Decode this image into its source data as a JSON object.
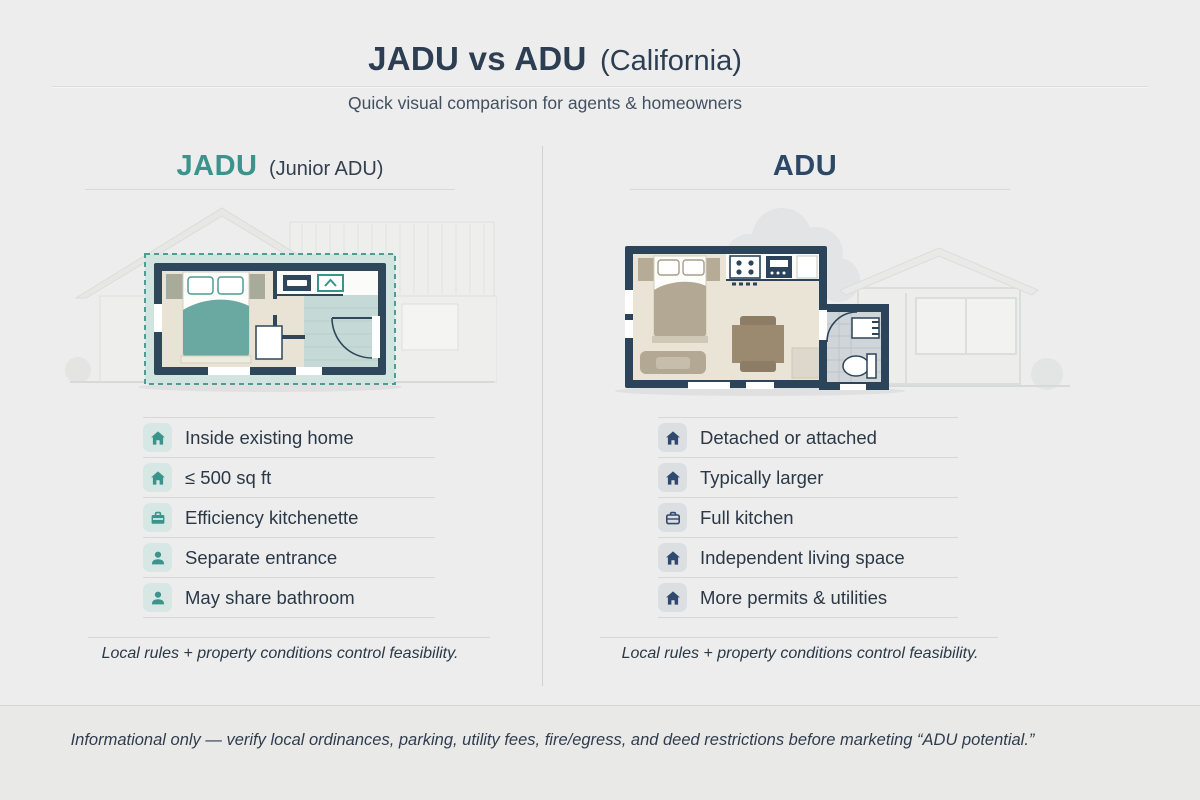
{
  "header": {
    "title": "JADU vs ADU",
    "title_suffix": "(California)",
    "subtitle": "Quick visual comparison for agents & homeowners"
  },
  "jadu": {
    "name": "JADU",
    "qualifier": "(Junior ADU)",
    "features": [
      {
        "icon": "home-icon",
        "label": "Inside existing home"
      },
      {
        "icon": "home-icon",
        "label": "≤ 500 sq ft"
      },
      {
        "icon": "kitchenette-icon",
        "label": "Efficiency kitchenette"
      },
      {
        "icon": "person-icon",
        "label": "Separate entrance"
      },
      {
        "icon": "person-icon",
        "label": "May share bathroom"
      }
    ],
    "note": "Local rules + property conditions control feasibility."
  },
  "adu": {
    "name": "ADU",
    "features": [
      {
        "icon": "home-icon",
        "label": "Detached or attached"
      },
      {
        "icon": "home-icon",
        "label": "Typically larger"
      },
      {
        "icon": "kitchen-icon",
        "label": "Full kitchen"
      },
      {
        "icon": "home-icon",
        "label": "Independent living space"
      },
      {
        "icon": "home-icon",
        "label": "More permits & utilities"
      }
    ],
    "note": "Local rules + property conditions control feasibility."
  },
  "footer": {
    "disclaimer": "Informational only — verify local ordinances, parking, utility fees, fire/egress, and deed restrictions before marketing “ADU potential.”"
  },
  "colors": {
    "background": "#ecedec",
    "title_navy": "#2d3e52",
    "jadu_teal": "#3a948c",
    "adu_navy": "#2d4866",
    "plan_wall": "#2e475b",
    "plan_floor": "#e8e3d5",
    "plan_teal_accent": "#6aa9a2",
    "plan_taupe_accent": "#b3a893"
  }
}
